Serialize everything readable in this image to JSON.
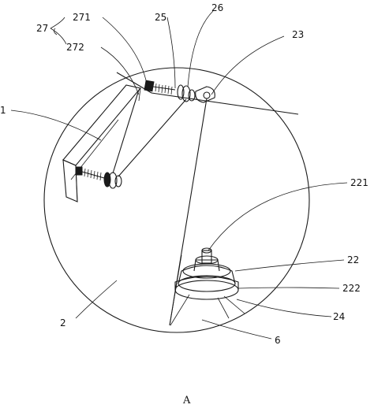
{
  "labels": {
    "l27": "27",
    "l271": "271",
    "l272": "272",
    "l25": "25",
    "l26": "26",
    "l23": "23",
    "l1": "1",
    "l221": "221",
    "l22": "22",
    "l222": "222",
    "l2": "2",
    "l24": "24",
    "l6": "6"
  },
  "caption": "A"
}
